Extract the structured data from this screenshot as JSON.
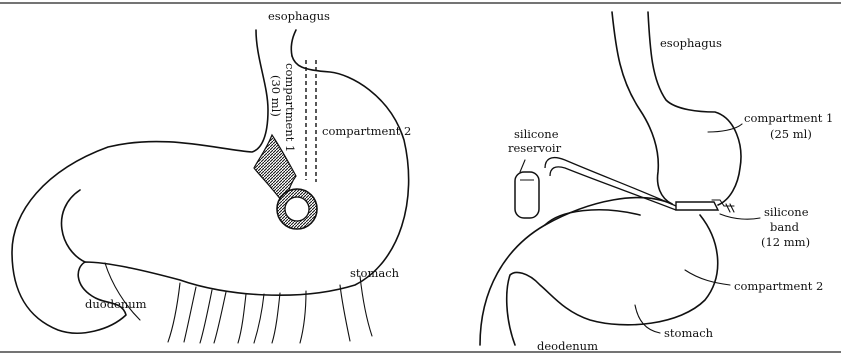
{
  "left_panel": {
    "labels": {
      "esophagus": "esophagus",
      "compartment1_line1": "compartment 1",
      "compartment1_line2": "(30 ml)",
      "compartment2": "compartment 2",
      "stomach": "stomach",
      "duodenum": "duodenum"
    }
  },
  "right_panel": {
    "labels": {
      "esophagus": "esophagus",
      "reservoir_line1": "silicone",
      "reservoir_line2": "reservoir",
      "compartment1_line1": "compartment 1",
      "compartment1_line2": "(25 ml)",
      "band_line1": "silicone",
      "band_line2": "band",
      "band_line3": "(12 mm)",
      "compartment2": "compartment 2",
      "stomach": "stomach",
      "duodenum": "deodenum"
    }
  },
  "colors": {
    "ink": "#111111",
    "background": "#ffffff",
    "band_fill": "#333333"
  }
}
